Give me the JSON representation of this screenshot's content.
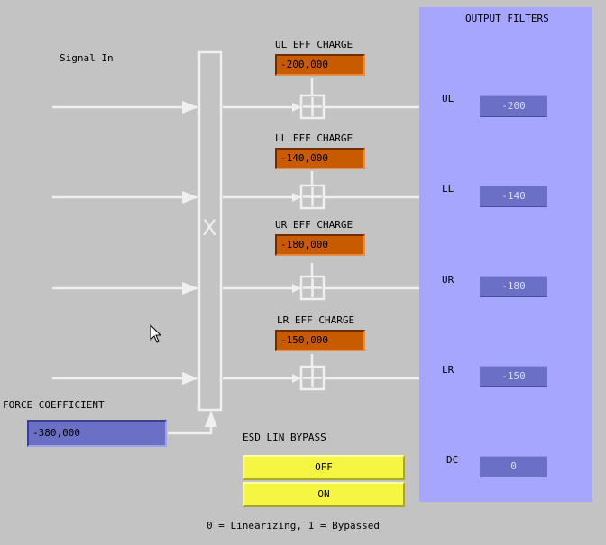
{
  "signal_in_label": "Signal In",
  "multiplier_symbol": "X",
  "charges": [
    {
      "label": "UL EFF CHARGE",
      "value": "-200,000"
    },
    {
      "label": "LL EFF CHARGE",
      "value": "-140,000"
    },
    {
      "label": "UR EFF CHARGE",
      "value": "-180,000"
    },
    {
      "label": "LR EFF CHARGE",
      "value": "-150,000"
    }
  ],
  "output_filters": {
    "title": "OUTPUT FILTERS",
    "channels": [
      {
        "label": "UL",
        "value": "-200"
      },
      {
        "label": "LL",
        "value": "-140"
      },
      {
        "label": "UR",
        "value": "-180"
      },
      {
        "label": "LR",
        "value": "-150"
      },
      {
        "label": "DC",
        "value": "0"
      }
    ]
  },
  "force_coefficient": {
    "label": "FORCE COEFFICIENT",
    "value": "-380,000"
  },
  "esd_lin_bypass": {
    "label": "ESD LIN BYPASS",
    "off_label": "OFF",
    "on_label": "ON",
    "legend": "0 = Linearizing, 1 = Bypassed"
  },
  "colors": {
    "background": "#c3c3c3",
    "charge_field": "#c85a00",
    "filter_panel": "#a6a6ff",
    "output_field": "#6b70c6",
    "button": "#f5f542",
    "wire": "#f0f0f0"
  }
}
